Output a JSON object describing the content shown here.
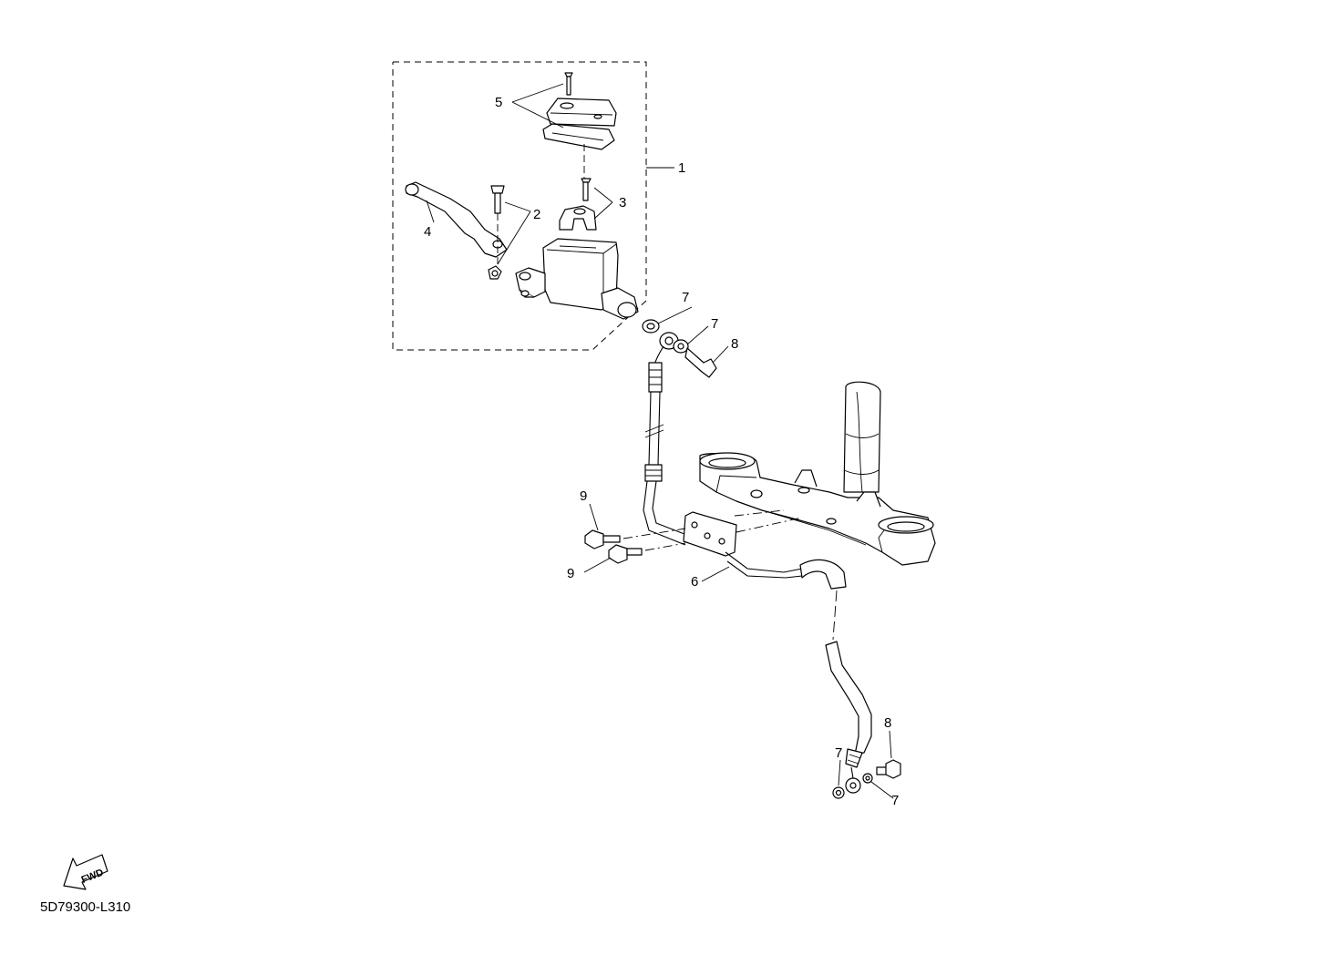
{
  "diagram": {
    "reference_code": "5D79300-L310",
    "fwd_label": "FWD",
    "callouts": {
      "c1": "1",
      "c2": "2",
      "c3": "3",
      "c4": "4",
      "c5": "5",
      "c6": "6",
      "c7a": "7",
      "c7b": "7",
      "c7c": "7",
      "c7d": "7",
      "c8a": "8",
      "c8b": "8",
      "c9a": "9",
      "c9b": "9"
    }
  }
}
